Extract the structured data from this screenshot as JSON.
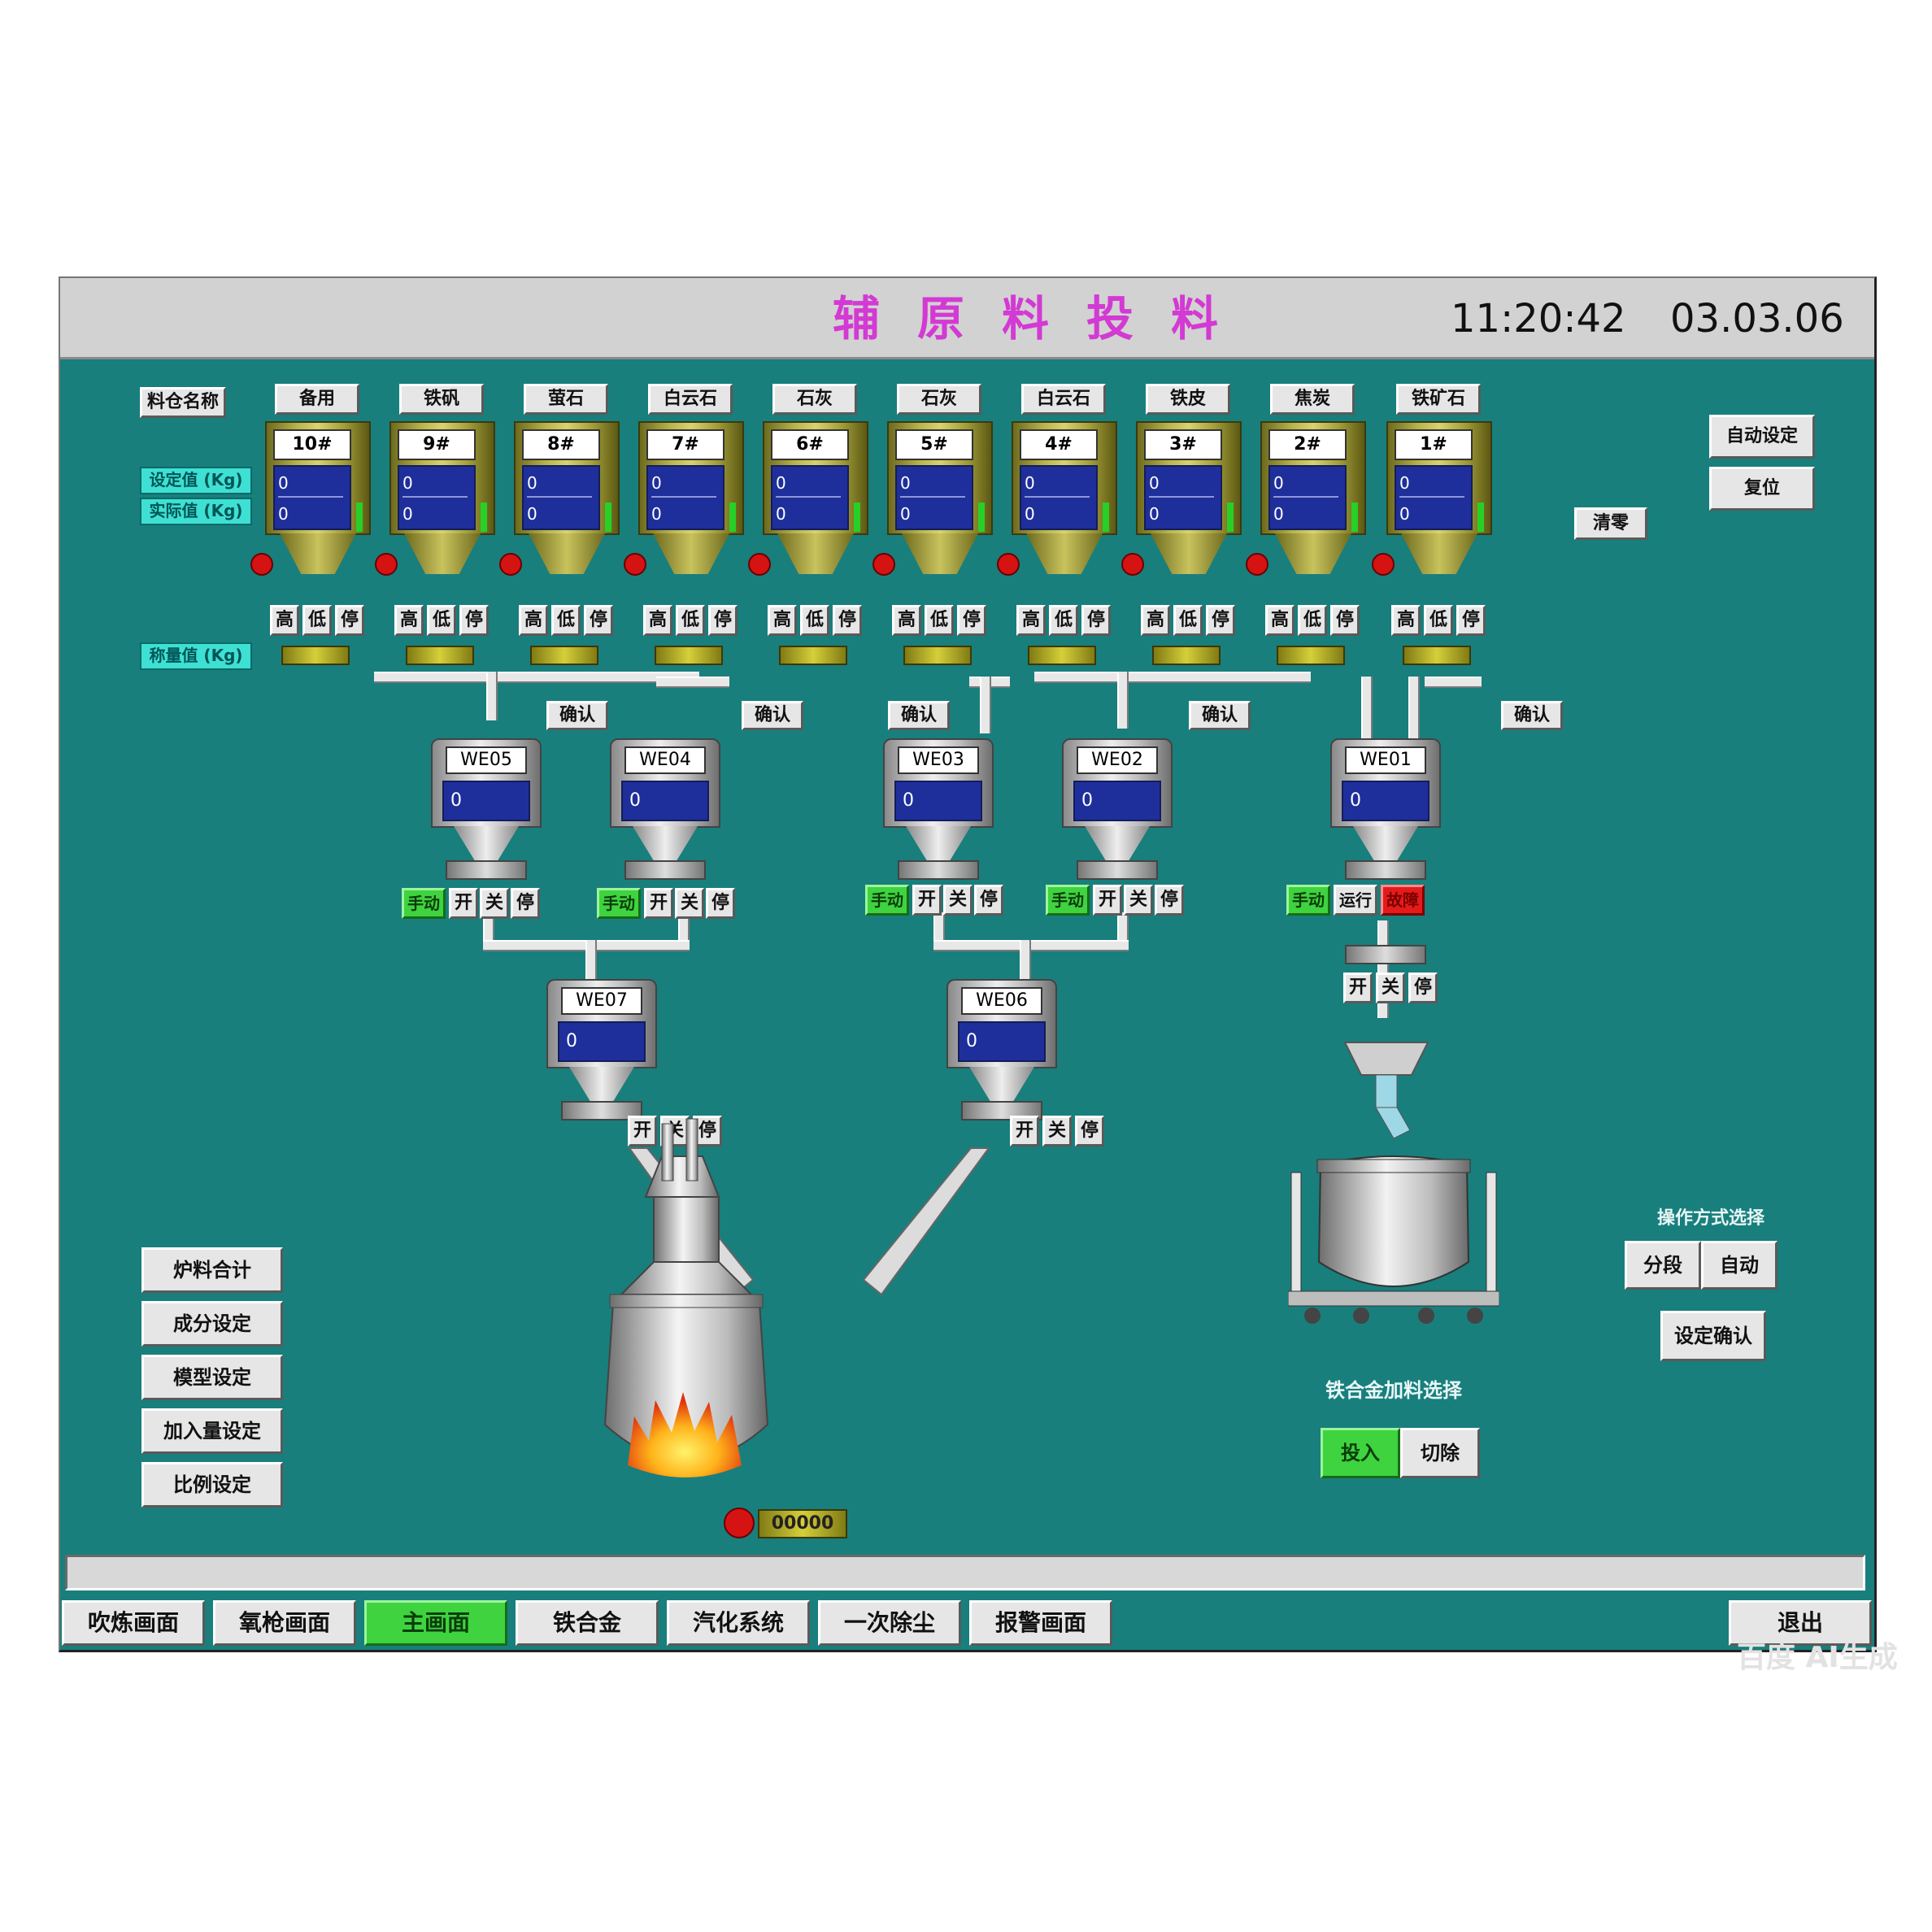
{
  "header": {
    "title": "辅原料投料",
    "time": "11:20:42",
    "date": "03.03.06"
  },
  "left_panel": {
    "top_label": "料仓名称",
    "cyan_tags": [
      "设定值 (Kg)",
      "实际值 (Kg)",
      "称量值 (Kg)"
    ]
  },
  "materials": [
    "备用",
    "铁矾",
    "萤石",
    "白云石",
    "石灰",
    "石灰",
    "白云石",
    "铁皮",
    "焦炭",
    "铁矿石"
  ],
  "hoppers": [
    {
      "id": "10#",
      "set": "0",
      "actual": "0"
    },
    {
      "id": "9#",
      "set": "0",
      "actual": "0"
    },
    {
      "id": "8#",
      "set": "0",
      "actual": "0"
    },
    {
      "id": "7#",
      "set": "0",
      "actual": "0"
    },
    {
      "id": "6#",
      "set": "0",
      "actual": "0"
    },
    {
      "id": "5#",
      "set": "0",
      "actual": "0"
    },
    {
      "id": "4#",
      "set": "0",
      "actual": "0"
    },
    {
      "id": "3#",
      "set": "0",
      "actual": "0"
    },
    {
      "id": "2#",
      "set": "0",
      "actual": "0"
    },
    {
      "id": "1#",
      "set": "0",
      "actual": "0"
    }
  ],
  "hopper_controls": [
    "高",
    "低",
    "停"
  ],
  "confirm_label": "确认",
  "weigh_bins": [
    {
      "id": "WE05",
      "value": "0"
    },
    {
      "id": "WE04",
      "value": "0"
    },
    {
      "id": "WE03",
      "value": "0"
    },
    {
      "id": "WE02",
      "value": "0"
    },
    {
      "id": "WE01",
      "value": "0"
    },
    {
      "id": "WE07",
      "value": "0"
    },
    {
      "id": "WE06",
      "value": "0"
    }
  ],
  "bin_controls": {
    "manual": "手动",
    "open": "开",
    "close": "关",
    "stop": "停",
    "run": "运行",
    "fault": "故障"
  },
  "right_panel": {
    "btn1": "自动设定",
    "btn2": "复位",
    "btn3": "清零",
    "mode_title": "操作方式选择",
    "mode_left": "分段",
    "mode_right": "自动",
    "confirm2": "设定确认",
    "ladle_title": "铁合金加料选择",
    "ladle_on": "投入",
    "ladle_off": "切除"
  },
  "left_buttons": [
    "炉料合计",
    "成分设定",
    "模型设定",
    "加入量设定",
    "比例设定"
  ],
  "furnace_tag": "00000",
  "nav": [
    "吹炼画面",
    "氧枪画面",
    "主画面",
    "铁合金",
    "汽化系统",
    "一次除尘",
    "报警画面"
  ],
  "nav_active_index": 2,
  "exit_label": "退出",
  "watermark": "百度 AI生成",
  "colors": {
    "background": "#187f7d",
    "titlebar": "#d2d2d2",
    "title": "#d33ad3",
    "level": "#1e2f9b",
    "active": "#3fd33f",
    "alarm": "#e51b1b"
  }
}
